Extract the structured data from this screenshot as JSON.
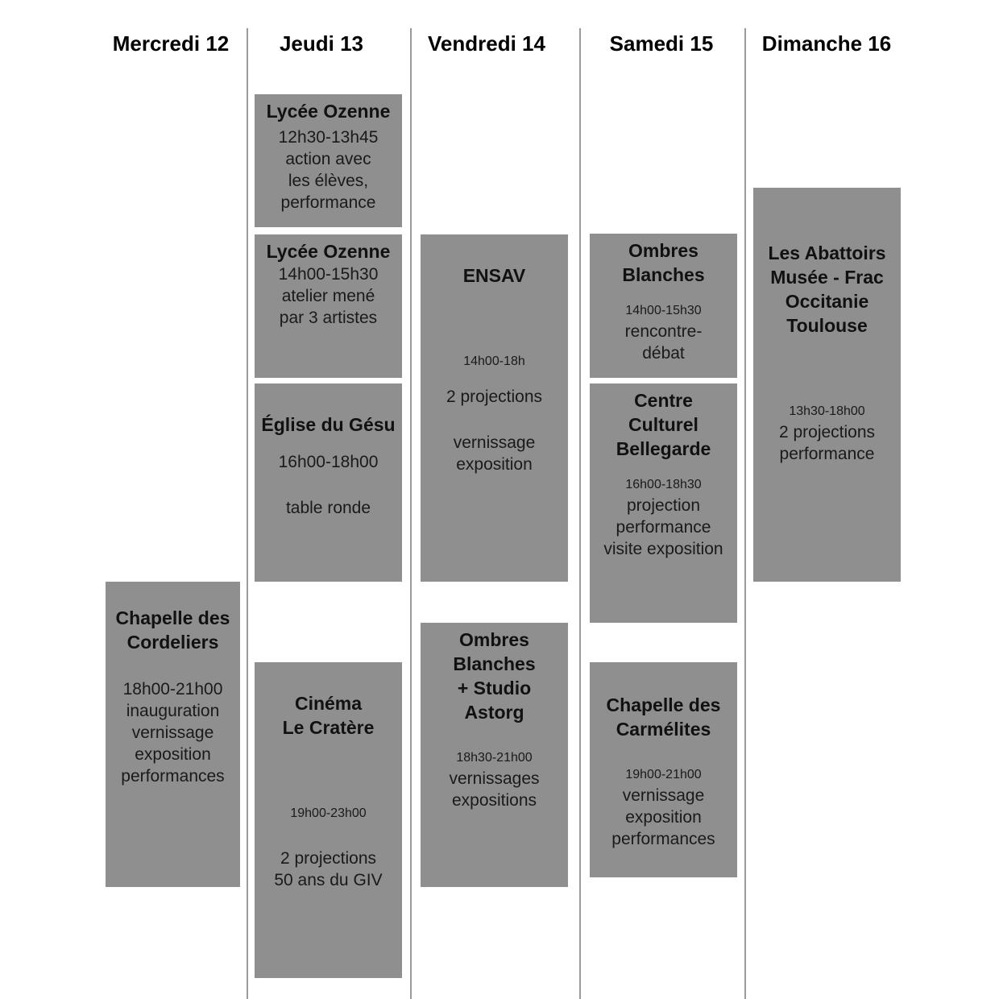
{
  "days": [
    {
      "label": "Mercredi 12"
    },
    {
      "label": "Jeudi 13"
    },
    {
      "label": "Vendredi 14"
    },
    {
      "label": "Samedi 15"
    },
    {
      "label": "Dimanche 16"
    }
  ],
  "events": {
    "wed_cordeliers": {
      "venue": "Chapelle des\nCordeliers",
      "time": "18h00-21h00",
      "desc": "inauguration\nvernissage\nexposition\nperformances"
    },
    "thu_ozenne_1": {
      "venue": "Lycée Ozenne",
      "time": "12h30-13h45",
      "desc": "action avec\nles élèves,\nperformance"
    },
    "thu_ozenne_2": {
      "venue": "Lycée Ozenne",
      "time": "14h00-15h30",
      "desc": "atelier mené\npar 3 artistes"
    },
    "thu_gesu": {
      "venue": "Église du Gésu",
      "time": "16h00-18h00",
      "desc": "table ronde"
    },
    "thu_cratere": {
      "venue": "Cinéma\nLe Cratère",
      "time": "19h00-23h00",
      "desc": "2 projections\n50 ans du GIV"
    },
    "fri_ensav": {
      "venue": "ENSAV",
      "time": "14h00-18h",
      "desc_1": "2 projections",
      "desc_2": "vernissage\nexposition"
    },
    "fri_ombres_astorg": {
      "venue": "Ombres\nBlanches\n+ Studio\nAstorg",
      "time": "18h30-21h00",
      "desc": "vernissages\nexpositions"
    },
    "sat_ombres": {
      "venue": "Ombres\nBlanches",
      "time": "14h00-15h30",
      "desc": "rencontre-\ndébat"
    },
    "sat_bellegarde": {
      "venue": "Centre\nCulturel\nBellegarde",
      "time": "16h00-18h30",
      "desc": "projection\nperformance\nvisite exposition"
    },
    "sat_carmelites": {
      "venue": "Chapelle des\nCarmélites",
      "time": "19h00-21h00",
      "desc": "vernissage\nexposition\nperformances"
    },
    "sun_abattoirs": {
      "venue": "Les Abattoirs\nMusée - Frac\nOccitanie\nToulouse",
      "time": "13h30-18h00",
      "desc": "2 projections\nperformance"
    }
  }
}
